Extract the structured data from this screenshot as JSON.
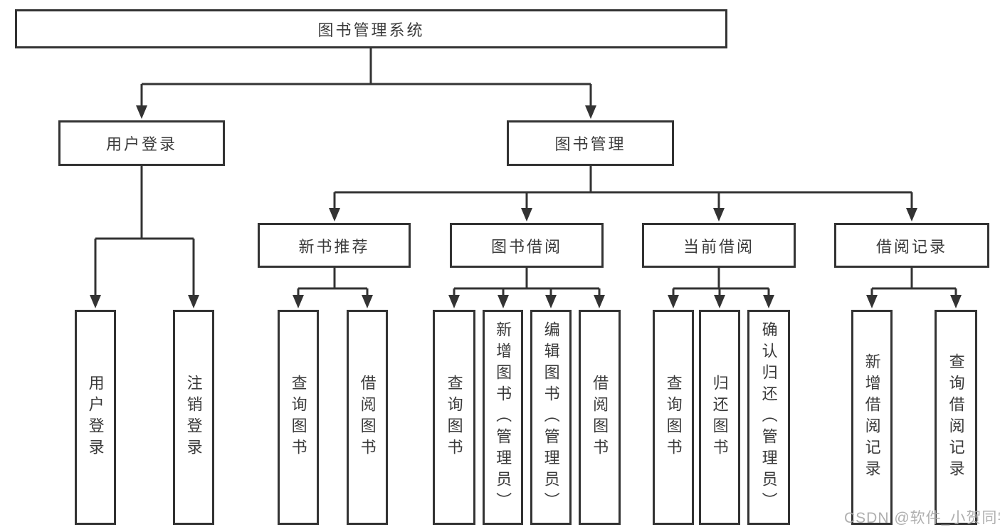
{
  "colors": {
    "line": "#333333",
    "box_border": "#333333",
    "text": "#3b3b3b",
    "watermark": "#a8a8a8",
    "background": "#ffffff"
  },
  "watermark": "CSDN @软件_小贺同学",
  "diagram": {
    "root": {
      "label": "图书管理系统"
    },
    "level2": [
      {
        "label": "用户登录"
      },
      {
        "label": "图书管理"
      }
    ],
    "level3": [
      {
        "label": "新书推荐",
        "parent": "图书管理"
      },
      {
        "label": "图书借阅",
        "parent": "图书管理"
      },
      {
        "label": "当前借阅",
        "parent": "图书管理"
      },
      {
        "label": "借阅记录",
        "parent": "图书管理"
      }
    ],
    "leaves": [
      {
        "label": "用户登录",
        "parent": "用户登录"
      },
      {
        "label": "注销登录",
        "parent": "用户登录"
      },
      {
        "label": "查询图书",
        "parent": "新书推荐"
      },
      {
        "label": "借阅图书",
        "parent": "新书推荐"
      },
      {
        "label": "查询图书",
        "parent": "图书借阅"
      },
      {
        "label": "新增图书（管理员）",
        "parent": "图书借阅"
      },
      {
        "label": "编辑图书（管理员）",
        "parent": "图书借阅"
      },
      {
        "label": "借阅图书",
        "parent": "图书借阅"
      },
      {
        "label": "查询图书",
        "parent": "当前借阅"
      },
      {
        "label": "归还图书",
        "parent": "当前借阅"
      },
      {
        "label": "确认归还（管理员）",
        "parent": "当前借阅"
      },
      {
        "label": "新增借阅记录",
        "parent": "借阅记录"
      },
      {
        "label": "查询借阅记录",
        "parent": "借阅记录"
      }
    ]
  }
}
